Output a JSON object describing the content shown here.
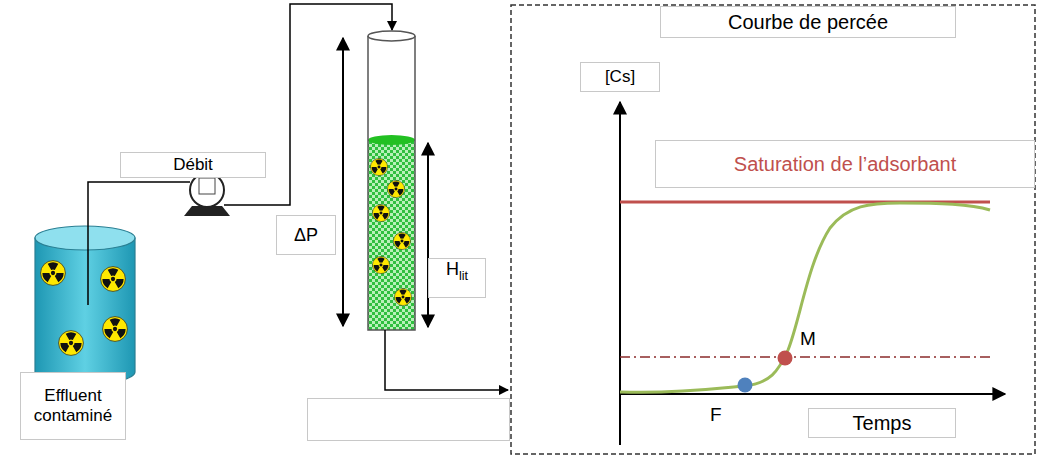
{
  "diagram": {
    "nodes": [
      {
        "text": [
          "Effluent contaminé"
        ]
      },
      {
        "text": [
          "Débit"
        ]
      },
      {
        "text": [
          "ΔP"
        ]
      },
      {
        "text": [
          "H",
          "lit"
        ]
      },
      {
        "text": [
          "Courbe de percée"
        ]
      },
      {
        "text": [
          "[Cs]"
        ]
      },
      {
        "text": [
          "Saturation de l’adsorbant"
        ]
      },
      {
        "text": [
          "Temps"
        ]
      }
    ],
    "labels": [
      "M",
      "F"
    ]
  }
}
